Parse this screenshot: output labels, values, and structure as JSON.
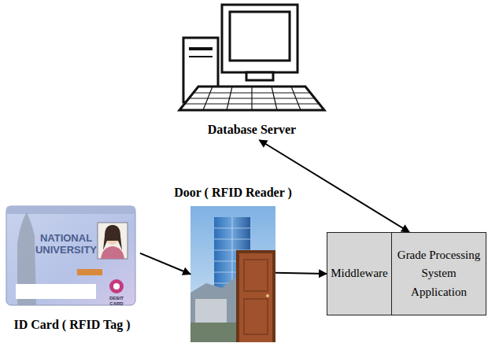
{
  "diagram": {
    "nodes": [
      {
        "text": [
          "Database Server"
        ]
      },
      {
        "text": [
          "ID Card ( RFID Tag )"
        ]
      },
      {
        "text": [
          "Door ( RFID Reader )"
        ]
      },
      {
        "text": [
          "Middleware"
        ]
      },
      {
        "text": [
          "Grade Processing System Application"
        ]
      }
    ],
    "edges": [
      {
        "from": 1,
        "to": 2,
        "arrow": "to"
      },
      {
        "from": 2,
        "to": 3,
        "arrow": "to"
      },
      {
        "from": 0,
        "to": 4,
        "arrow": "both"
      }
    ],
    "labels": [
      "NATIONAL UNIVERSITY",
      "DEBIT CARD"
    ]
  }
}
